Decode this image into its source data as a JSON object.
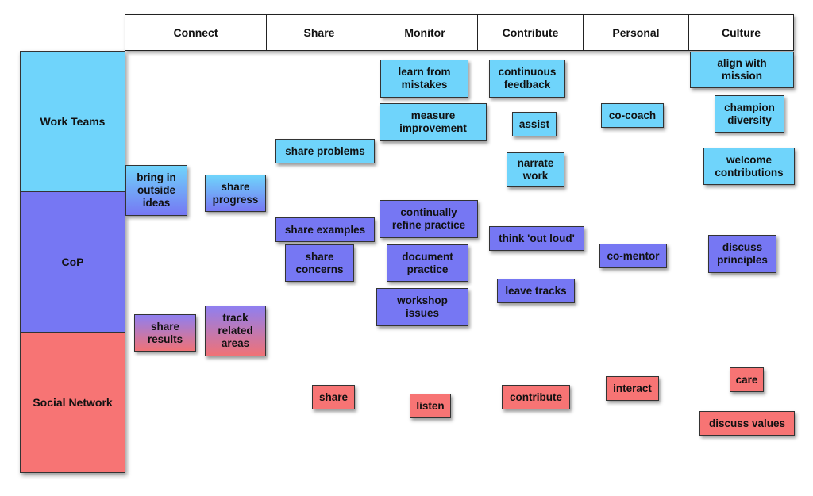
{
  "columns": [
    "Connect",
    "Share",
    "Monitor",
    "Contribute",
    "Personal",
    "Culture"
  ],
  "rows": [
    "Work Teams",
    "CoP",
    "Social Network"
  ],
  "colors": {
    "work_teams": "#6fd4fb",
    "cop": "#7677f3",
    "social_network": "#f77474"
  },
  "notes": {
    "learn_from_mistakes": "learn from\nmistakes",
    "measure_improvement": "measure\nimprovement",
    "continuous_feedback": "continuous\nfeedback",
    "assist": "assist",
    "narrate_work": "narrate\nwork",
    "co_coach": "co-coach",
    "align_with_mission": "align with\nmission",
    "champion_diversity": "champion\ndiversity",
    "welcome_contributions": "welcome\ncontributions",
    "share_problems": "share problems",
    "bring_in_outside_ideas": "bring in\noutside\nideas",
    "share_progress": "share\nprogress",
    "share_examples": "share examples",
    "share_concerns": "share\nconcerns",
    "continually_refine_practice": "continually\nrefine practice",
    "document_practice": "document\npractice",
    "workshop_issues": "workshop\nissues",
    "think_out_loud": "think 'out loud'",
    "leave_tracks": "leave tracks",
    "co_mentor": "co-mentor",
    "discuss_principles": "discuss\nprinciples",
    "share_results": "share\nresults",
    "track_related_areas": "track\nrelated\nareas",
    "share": "share",
    "listen": "listen",
    "contribute": "contribute",
    "interact": "interact",
    "care": "care",
    "discuss_values": "discuss values"
  }
}
